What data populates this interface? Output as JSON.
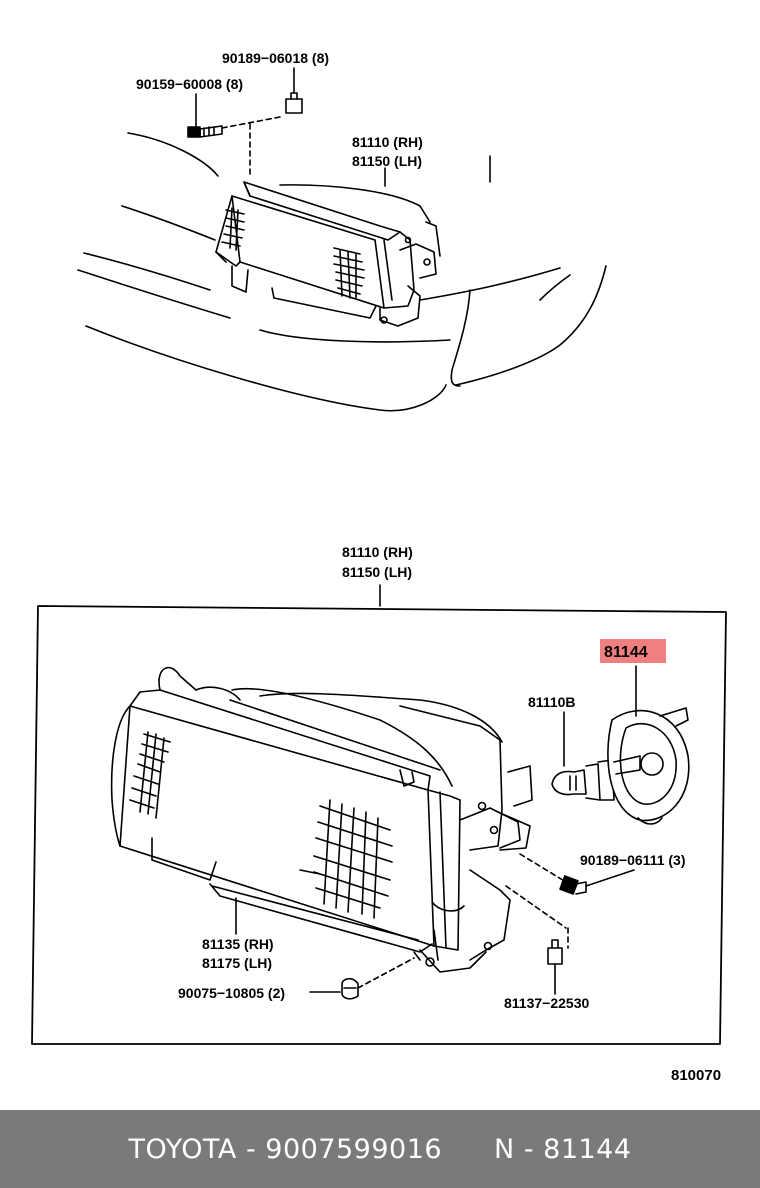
{
  "top_diagram": {
    "label_90189_06018": "90189−06018 (8)",
    "label_90159_60008": "90159−60008 (8)",
    "label_81110_rh": "81110 (RH)",
    "label_81150_lh": "81150 (LH)"
  },
  "bottom_diagram": {
    "header_81110_rh": "81110 (RH)",
    "header_81150_lh": "81150 (LH)",
    "label_81144": "81144",
    "label_81110b": "81110B",
    "label_90189_06111": "90189−06111 (3)",
    "label_81135_rh": "81135 (RH)",
    "label_81175_lh": "81175 (LH)",
    "label_90075_10805": "90075−10805 (2)",
    "label_81137_22530": "81137−22530",
    "highlight_color": "#f08080"
  },
  "diagram_code": "810070",
  "footer": {
    "brand_part": "TOYOTA - 9007599016",
    "ref_part": "N - 81144"
  }
}
